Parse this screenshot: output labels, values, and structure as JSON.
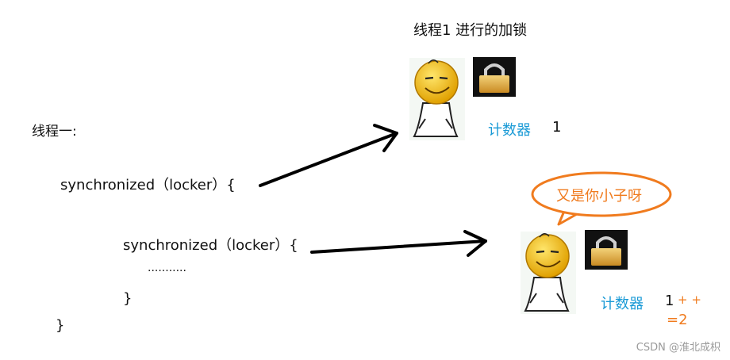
{
  "title": "线程1 进行的加锁",
  "thread_label": "线程一:",
  "code": {
    "outer_open": "synchronized（locker）{",
    "inner_open": "synchronized（locker）{",
    "ellipsis": "...........",
    "inner_close": "}",
    "outer_close": "}"
  },
  "top_state": {
    "counter_label": "计数器",
    "counter_value": "1"
  },
  "bottom_state": {
    "bubble_text": "又是你小子呀",
    "counter_label": "计数器",
    "counter_value": "1",
    "increment": "+ +",
    "result": "=2"
  },
  "watermark": "CSDN @淮北成枳",
  "colors": {
    "accent_blue": "#1a9ad6",
    "accent_orange": "#f07b1e",
    "lock_bg": "#111111",
    "lock_gold": "#e0a63c"
  },
  "icons": [
    "smiley-character-icon",
    "padlock-icon",
    "arrow-icon"
  ]
}
